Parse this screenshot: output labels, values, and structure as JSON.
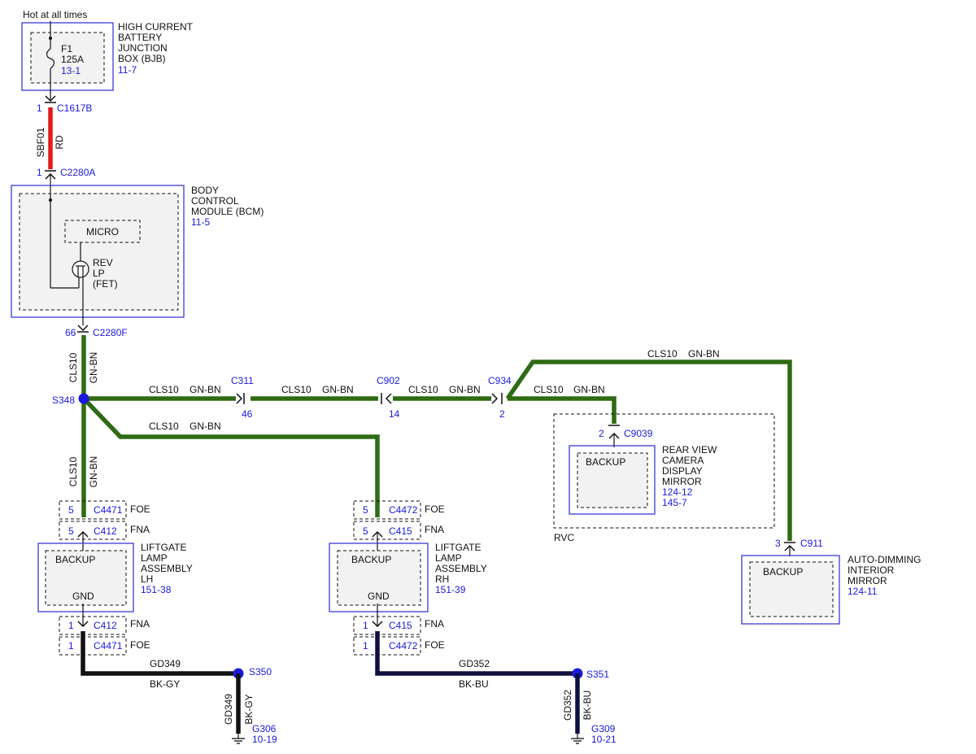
{
  "diagram": {
    "power_label": "Hot at all times",
    "bjb": {
      "name": [
        "HIGH CURRENT",
        "BATTERY",
        "JUNCTION",
        "BOX (BJB)"
      ],
      "ref": "11-7",
      "fuse_name": "F1",
      "fuse_rating": "125A",
      "fuse_ref": "13-1"
    },
    "c1617b": {
      "pin": "1",
      "name": "C1617B"
    },
    "wire_sbf01": {
      "circuit": "SBF01",
      "color": "RD"
    },
    "c2280a": {
      "pin": "1",
      "name": "C2280A"
    },
    "bcm": {
      "name": [
        "BODY",
        "CONTROL",
        "MODULE (BCM)"
      ],
      "ref": "11-5",
      "micro": "MICRO",
      "driver": [
        "REV",
        "LP",
        "(FET)"
      ]
    },
    "c2280f": {
      "pin": "66",
      "name": "C2280F"
    },
    "wire_cls10_v1": {
      "circuit": "CLS10",
      "color": "GN-BN"
    },
    "s348": "S348",
    "h1": {
      "circuit": "CLS10",
      "color": "GN-BN"
    },
    "c311": {
      "name": "C311",
      "pin": "46"
    },
    "h2": {
      "circuit": "CLS10",
      "color": "GN-BN"
    },
    "c902": {
      "name": "C902",
      "pin": "14"
    },
    "h3": {
      "circuit": "CLS10",
      "color": "GN-BN"
    },
    "c934": {
      "name": "C934",
      "pin": "2"
    },
    "h4": {
      "circuit": "CLS10",
      "color": "GN-BN"
    },
    "top_run": {
      "circuit": "CLS10",
      "color": "GN-BN"
    },
    "diag_run": {
      "circuit": "CLS10",
      "color": "GN-BN"
    },
    "wire_cls10_v2": {
      "circuit": "CLS10",
      "color": "GN-BN"
    },
    "c9039": {
      "pin": "2",
      "name": "C9039"
    },
    "rvc_mirror": {
      "function": "BACKUP",
      "name": [
        "REAR VIEW",
        "CAMERA",
        "DISPLAY",
        "MIRROR"
      ],
      "refs": [
        "124-12",
        "145-7"
      ]
    },
    "rvc_label": "RVC",
    "c911": {
      "pin": "3",
      "name": "C911"
    },
    "ad_mirror": {
      "function": "BACKUP",
      "name": [
        "AUTO-DIMMING",
        "INTERIOR",
        "MIRROR"
      ],
      "ref": "124-11"
    },
    "lh": {
      "c4471_top": {
        "pin": "5",
        "name": "C4471",
        "option": "FOE"
      },
      "c412_top": {
        "pin": "5",
        "name": "C412",
        "option": "FNA"
      },
      "function": "BACKUP",
      "gnd": "GND",
      "name": [
        "LIFTGATE",
        "LAMP",
        "ASSEMBLY",
        "LH"
      ],
      "ref": "151-38",
      "c412_bot": {
        "pin": "1",
        "name": "C412",
        "option": "FNA"
      },
      "c4471_bot": {
        "pin": "1",
        "name": "C4471",
        "option": "FOE"
      },
      "ground_wire": {
        "circuit": "GD349",
        "color": "BK-GY"
      },
      "splice": "S350",
      "drop_wire": {
        "circuit": "GD349",
        "color": "BK-GY"
      },
      "ground": {
        "name": "G306",
        "ref": "10-19"
      }
    },
    "rh": {
      "c4472_top": {
        "pin": "5",
        "name": "C4472",
        "option": "FOE"
      },
      "c415_top": {
        "pin": "5",
        "name": "C415",
        "option": "FNA"
      },
      "function": "BACKUP",
      "gnd": "GND",
      "name": [
        "LIFTGATE",
        "LAMP",
        "ASSEMBLY",
        "RH"
      ],
      "ref": "151-39",
      "c415_bot": {
        "pin": "1",
        "name": "C415",
        "option": "FNA"
      },
      "c4472_bot": {
        "pin": "1",
        "name": "C4472",
        "option": "FOE"
      },
      "ground_wire": {
        "circuit": "GD352",
        "color": "BK-BU"
      },
      "splice": "S351",
      "drop_wire": {
        "circuit": "GD352",
        "color": "BK-BU"
      },
      "ground": {
        "name": "G309",
        "ref": "10-21"
      }
    },
    "colors": {
      "green_wire": "#2e6b14",
      "red_wire": "#e21b1b",
      "black_wire": "#111111",
      "blue_black_wire": "#101040",
      "ref_blue": "#1a1adc"
    }
  }
}
